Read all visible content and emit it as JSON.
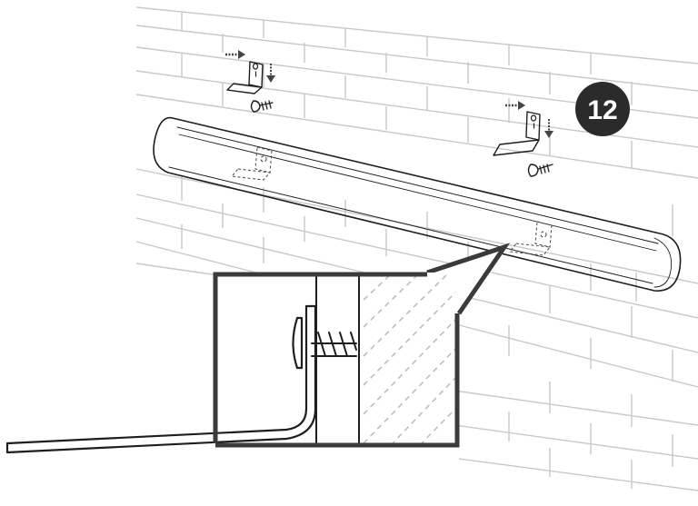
{
  "figure": {
    "step_badge": {
      "number": "12",
      "badge_color": "#2b2b2b",
      "text_color": "#ffffff"
    },
    "parts": [
      "brick-wall",
      "soundbar",
      "wall-bracket-left",
      "wall-bracket-right",
      "screw",
      "detail-callout"
    ],
    "colors": {
      "ink": "#1e1e1e",
      "brick_lines": "#c8c8c8",
      "background": "#ffffff"
    }
  }
}
